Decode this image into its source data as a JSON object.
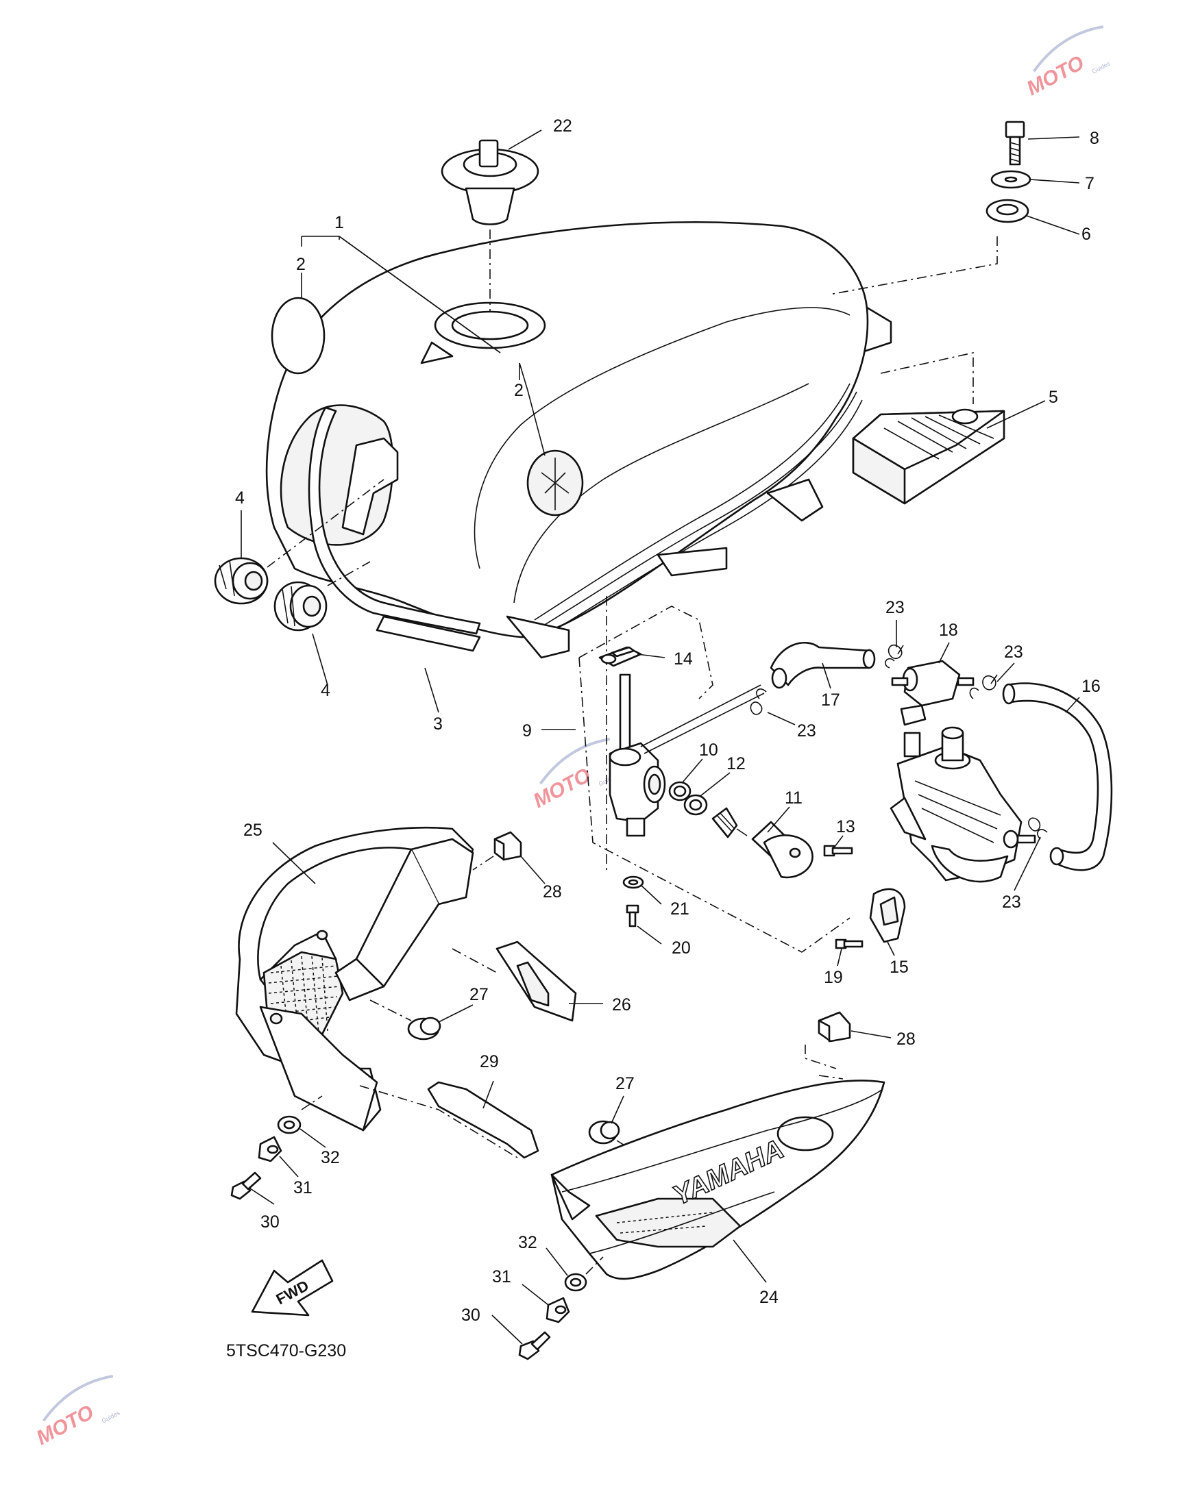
{
  "diagram": {
    "code": "5TSC470-G230",
    "fwd_label": "FWD",
    "brand_text": "YAMAHA",
    "watermark": {
      "text": "MOTO",
      "subtext": "Guides"
    },
    "callouts": {
      "c1": "1",
      "c2a": "2",
      "c2b": "2",
      "c3": "3",
      "c4a": "4",
      "c4b": "4",
      "c5": "5",
      "c6": "6",
      "c7": "7",
      "c8": "8",
      "c9": "9",
      "c10": "10",
      "c11": "11",
      "c12": "12",
      "c13": "13",
      "c14": "14",
      "c15": "15",
      "c16": "16",
      "c17": "17",
      "c18": "18",
      "c19": "19",
      "c20": "20",
      "c21": "21",
      "c22": "22",
      "c23a": "23",
      "c23b": "23",
      "c23c": "23",
      "c23d": "23",
      "c24": "24",
      "c25": "25",
      "c26": "26",
      "c27a": "27",
      "c27b": "27",
      "c28a": "28",
      "c28b": "28",
      "c29": "29",
      "c30a": "30",
      "c30b": "30",
      "c31a": "31",
      "c31b": "31",
      "c32a": "32",
      "c32b": "32"
    }
  }
}
